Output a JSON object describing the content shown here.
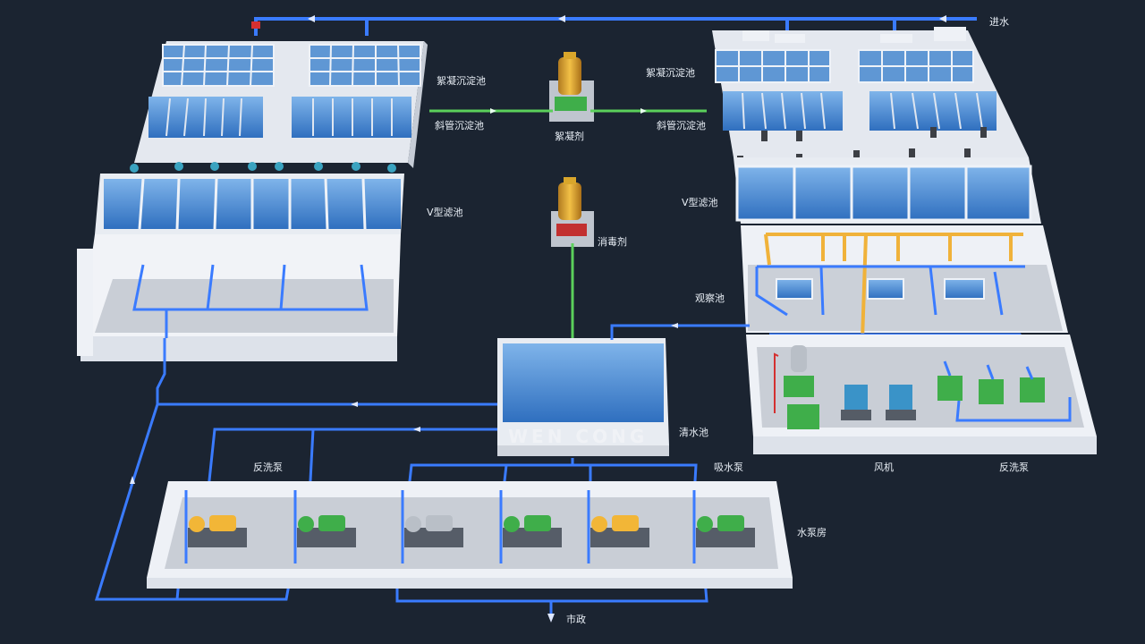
{
  "labels": {
    "inlet": "进水",
    "floc_left": "絮凝沉淀池",
    "floc_right": "絮凝沉淀池",
    "incline_left": "斜管沉淀池",
    "incline_right": "斜管沉淀池",
    "coagulant": "絮凝剂",
    "disinfectant": "消毒剂",
    "vfilter_left": "V型滤池",
    "vfilter_right": "V型滤池",
    "observe": "观察池",
    "clear_pool": "清水池",
    "backwash_left": "反洗泵",
    "suction_pump": "吸水泵",
    "blower": "风机",
    "backwash_right": "反洗泵",
    "pump_house": "水泵房",
    "municipal": "市政"
  },
  "watermark": "WEN CONG",
  "colors": {
    "background": "#1b2431",
    "pipe_water": "#3a7bff",
    "pipe_chem": "#5bd05b",
    "pipe_air": "#f0b23a",
    "water": "#4a8fd6",
    "wall": "#e9edf5",
    "floor": "#c9ced6",
    "pump_green": "#3fae4a",
    "pump_yellow": "#f2b637",
    "pump_grey": "#b9bfc7"
  },
  "pumps": [
    "yellow",
    "green",
    "grey",
    "green",
    "yellow",
    "green"
  ]
}
